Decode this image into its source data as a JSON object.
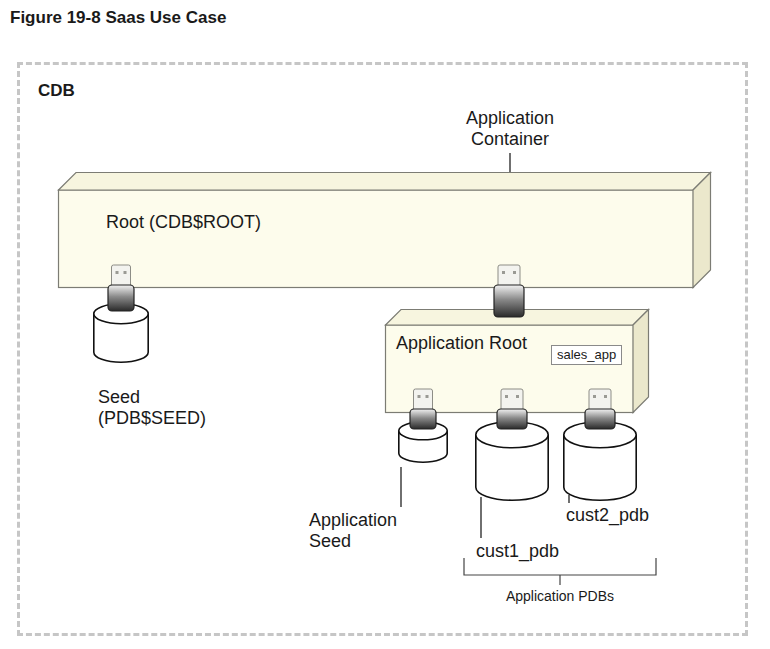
{
  "diagram": {
    "title": "Figure 19-8 Saas Use Case",
    "nodes": [
      {
        "text": [
          "CDB"
        ]
      },
      {
        "text": [
          "Root (CDB$ROOT)"
        ],
        "in": 0
      },
      {
        "text": [
          "Seed (PDB$SEED)"
        ],
        "in": 0
      },
      {
        "text": [
          "Application Root"
        ],
        "in": 0
      },
      {
        "text": [
          "sales_app"
        ],
        "in": 3
      },
      {
        "text": [
          "Application Seed"
        ],
        "in": 0
      },
      {
        "text": [
          "cust1_pdb"
        ],
        "in": 0
      },
      {
        "text": [
          "cust2_pdb"
        ],
        "in": 0
      }
    ],
    "edges": [
      {
        "from": 2,
        "to": 1,
        "arrow": "none"
      },
      {
        "from": 3,
        "to": 1,
        "arrow": "none"
      },
      {
        "from": 5,
        "to": 3,
        "arrow": "none"
      },
      {
        "from": 6,
        "to": 3,
        "arrow": "none"
      },
      {
        "from": 7,
        "to": 3,
        "arrow": "none"
      }
    ],
    "labels": [
      "Application Container",
      "Application PDBs"
    ]
  }
}
